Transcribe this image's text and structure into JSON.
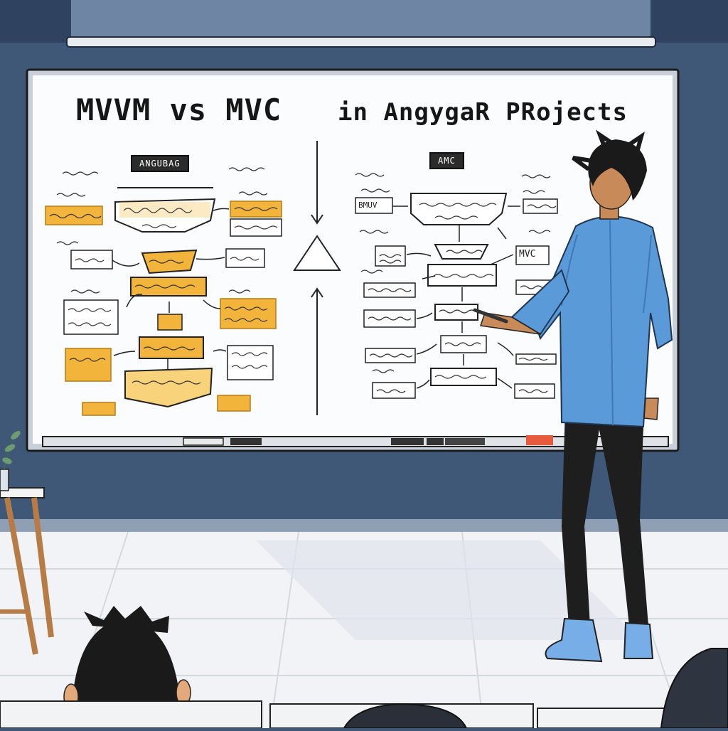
{
  "board": {
    "title_main": "MVVM  vs MVC",
    "title_sub": "in AngygaR PRojects",
    "left_label": "ANGUBAG",
    "right_label": "AMC",
    "node_mvc": "MVC",
    "node_bmuv": "BMUV"
  },
  "colors": {
    "wall": "#3f5878",
    "whiteboard": "#fbfcfd",
    "sticky": "#f2b43a",
    "shirt": "#5b9ad8",
    "floor": "#f1f3f6"
  }
}
